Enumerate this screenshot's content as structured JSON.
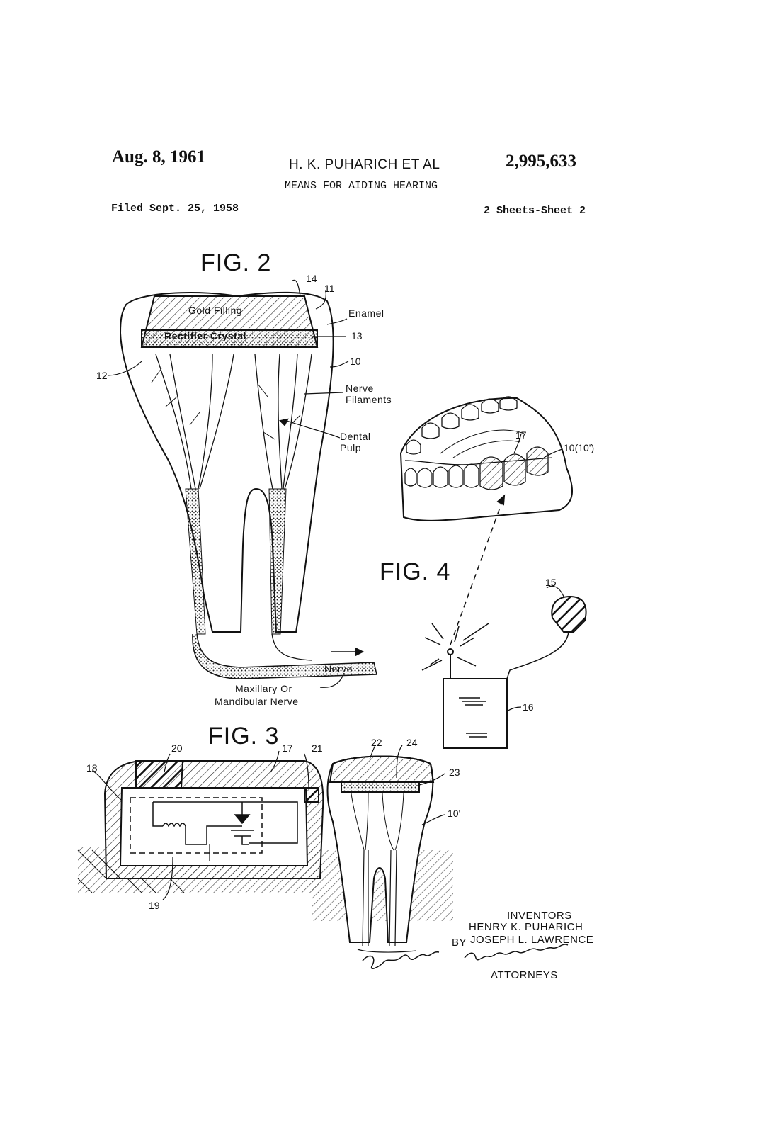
{
  "header": {
    "date": "Aug. 8, 1961",
    "inventors": "H. K. PUHARICH ET AL",
    "patent_number": "2,995,633",
    "title": "MEANS FOR AIDING HEARING",
    "filed": "Filed Sept. 25, 1958",
    "sheets": "2 Sheets-Sheet 2"
  },
  "fig2": {
    "label": "FIG. 2",
    "gold_filling": "Gold Filling",
    "rectifier_crystal": "Rectifier Crystal",
    "enamel": "Enamel",
    "nerve_filaments_1": "Nerve",
    "nerve_filaments_2": "Filaments",
    "dental_pulp_1": "Dental",
    "dental_pulp_2": "Pulp",
    "nerve": "Nerve",
    "maxillary_1": "Maxillary Or",
    "maxillary_2": "Mandibular Nerve",
    "ref_14": "14",
    "ref_11": "11",
    "ref_13": "13",
    "ref_10": "10",
    "ref_12": "12"
  },
  "fig3": {
    "label": "FIG. 3",
    "ref_20": "20",
    "ref_17": "17",
    "ref_21": "21",
    "ref_18": "18",
    "ref_19": "19",
    "ref_22": "22",
    "ref_24": "24",
    "ref_23": "23",
    "ref_10p": "10'"
  },
  "fig4": {
    "label": "FIG. 4",
    "ref_17": "17",
    "ref_10": "10(10')",
    "ref_15": "15",
    "ref_16": "16"
  },
  "footer": {
    "inventors_heading": "INVENTORS",
    "inventor_1": "HENRY K. PUHARICH",
    "by": "BY",
    "inventor_2": "JOSEPH L. LAWRENCE",
    "attorneys": "ATTORNEYS"
  }
}
